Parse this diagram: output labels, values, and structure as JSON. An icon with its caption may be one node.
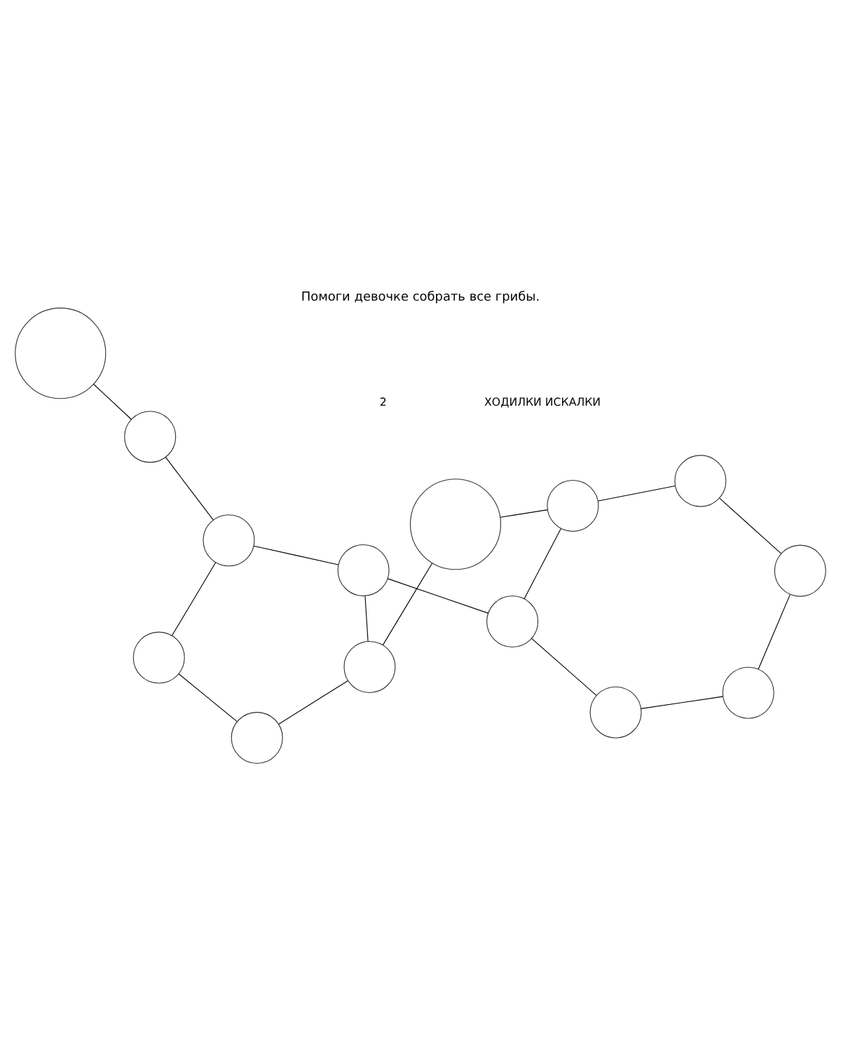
{
  "diagram": {
    "title": "Помоги девочке собрать все грибы.",
    "nodes": [
      {
        "text": [],
        "shape": "circle"
      },
      {
        "text": [],
        "shape": "circle"
      },
      {
        "text": [],
        "shape": "circle"
      },
      {
        "text": [],
        "shape": "circle"
      },
      {
        "text": [],
        "shape": "circle"
      },
      {
        "text": [],
        "shape": "circle"
      },
      {
        "text": [],
        "shape": "circle"
      },
      {
        "text": [],
        "shape": "circle"
      },
      {
        "text": [],
        "shape": "circle"
      },
      {
        "text": [],
        "shape": "circle"
      },
      {
        "text": [],
        "shape": "circle"
      },
      {
        "text": [],
        "shape": "circle"
      },
      {
        "text": [],
        "shape": "circle"
      },
      {
        "text": [],
        "shape": "circle"
      }
    ],
    "edges": [
      {
        "from": 0,
        "to": 3,
        "arrow": "none"
      },
      {
        "from": 3,
        "to": 1,
        "arrow": "none"
      },
      {
        "from": 1,
        "to": 4,
        "arrow": "none"
      },
      {
        "from": 1,
        "to": 8,
        "arrow": "none"
      },
      {
        "from": 4,
        "to": 2,
        "arrow": "none"
      },
      {
        "from": 2,
        "to": 7,
        "arrow": "none"
      },
      {
        "from": 7,
        "to": 8,
        "arrow": "none"
      },
      {
        "from": 8,
        "to": 6,
        "arrow": "none"
      },
      {
        "from": 6,
        "to": 9,
        "arrow": "none"
      },
      {
        "from": 9,
        "to": 5,
        "arrow": "none"
      },
      {
        "from": 5,
        "to": 12,
        "arrow": "none"
      },
      {
        "from": 6,
        "to": 10,
        "arrow": "none"
      },
      {
        "from": 12,
        "to": 13,
        "arrow": "none"
      },
      {
        "from": 13,
        "to": 10,
        "arrow": "none"
      },
      {
        "from": 10,
        "to": 11,
        "arrow": "none"
      },
      {
        "from": 7,
        "to": 11,
        "arrow": "none"
      }
    ],
    "labels": [
      "ХОДИЛКИ ИСКАЛКИ",
      "2"
    ]
  }
}
